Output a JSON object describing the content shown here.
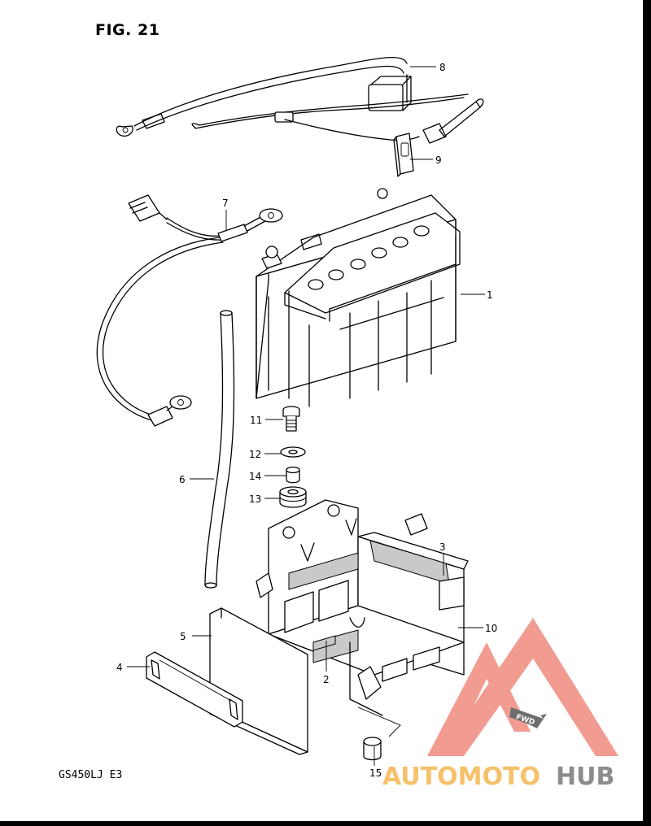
{
  "figure": {
    "title": "FIG. 21",
    "model": "GS450LJ  E3"
  },
  "callouts": [
    {
      "id": "1",
      "label": "1"
    },
    {
      "id": "2",
      "label": "2"
    },
    {
      "id": "3",
      "label": "3"
    },
    {
      "id": "4",
      "label": "4"
    },
    {
      "id": "5",
      "label": "5"
    },
    {
      "id": "6",
      "label": "6"
    },
    {
      "id": "7",
      "label": "7"
    },
    {
      "id": "8",
      "label": "8"
    },
    {
      "id": "9",
      "label": "9"
    },
    {
      "id": "10",
      "label": "10"
    },
    {
      "id": "11",
      "label": "11"
    },
    {
      "id": "12",
      "label": "12"
    },
    {
      "id": "13",
      "label": "13"
    },
    {
      "id": "14",
      "label": "14"
    },
    {
      "id": "15",
      "label": "15"
    }
  ],
  "watermark": {
    "brand_part1": "AUTOMOTO",
    "brand_part2": "HUB",
    "arrow_text": "FWD",
    "colors": {
      "triangle": "#f08a7e",
      "brand_part1": "#f6c16a",
      "brand_part2": "#8c8c8c"
    }
  }
}
